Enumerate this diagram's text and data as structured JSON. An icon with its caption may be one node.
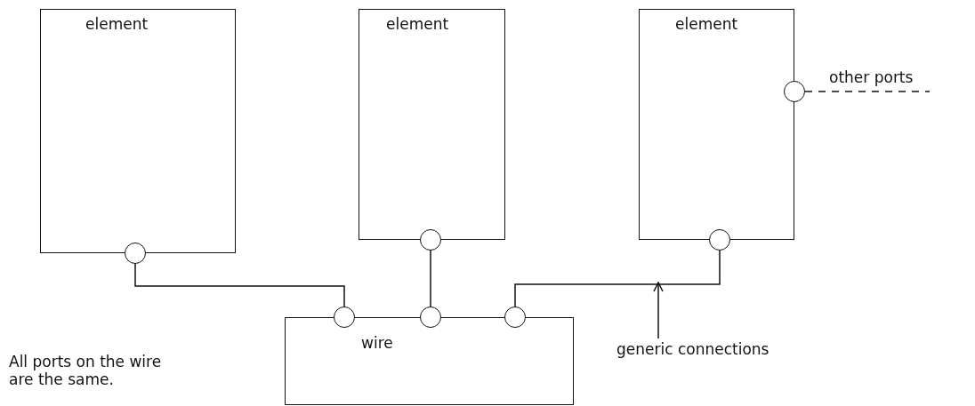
{
  "diagram": {
    "nodes": [
      {
        "text": [
          "element"
        ]
      },
      {
        "text": [
          "element"
        ]
      },
      {
        "text": [
          "element"
        ]
      },
      {
        "text": [
          "wire"
        ]
      },
      {
        "text": [],
        "shape": "circle"
      },
      {
        "text": [],
        "shape": "circle"
      },
      {
        "text": [],
        "shape": "circle"
      },
      {
        "text": [],
        "shape": "circle"
      },
      {
        "text": [],
        "shape": "circle"
      },
      {
        "text": [],
        "shape": "circle"
      },
      {
        "text": [],
        "shape": "circle"
      },
      {
        "text": [
          "generic connections"
        ]
      }
    ],
    "edges": [
      {
        "from": 4,
        "to": 8,
        "arrow": "none"
      },
      {
        "from": 5,
        "to": 9,
        "arrow": "none"
      },
      {
        "from": 7,
        "to": 10,
        "arrow": "none"
      },
      {
        "from": 6,
        "to": null,
        "arrow": "none",
        "style": "dashed"
      },
      {
        "from": 11,
        "to": null,
        "arrow": "to"
      }
    ],
    "labels": [
      "other ports",
      "All ports on the wire are the same."
    ]
  }
}
